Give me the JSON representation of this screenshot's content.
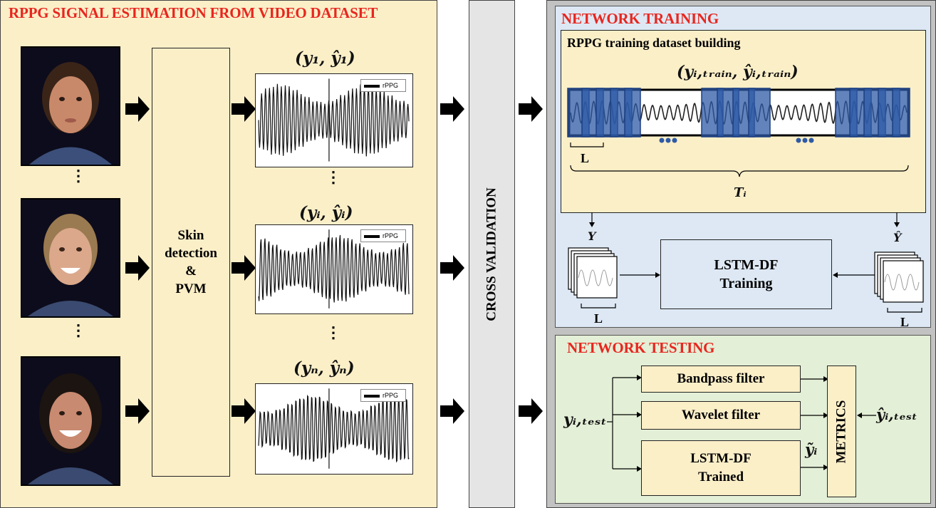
{
  "left_panel": {
    "title": "RPPG SIGNAL ESTIMATION FROM VIDEO DATASET",
    "skin_box_lines": [
      "Skin",
      "detection",
      "&",
      "PVM"
    ],
    "signal_labels": [
      "(y₁, ŷ₁)",
      "(yᵢ, ŷᵢ)",
      "(yₙ, ŷₙ)"
    ],
    "legend_label": "rPPG",
    "ellipsis": "⋮"
  },
  "cross_validation": {
    "label": "CROSS VALIDATION"
  },
  "training": {
    "title": "NETWORK TRAINING",
    "subtitle": "RPPG training dataset building",
    "signal_label": "(yᵢ,ₜᵣₐᵢₙ, ŷᵢ,ₜᵣₐᵢₙ)",
    "window_label": "L",
    "length_label": "Tᵢ",
    "y_label": "Y",
    "yhat_label": "Ŷ",
    "lstm_lines": [
      "LSTM-DF",
      "Training"
    ],
    "stack_left_label": "L",
    "stack_right_label": "L"
  },
  "testing": {
    "title": "NETWORK TESTING",
    "input_label": "yᵢ,ₜₑₛₜ",
    "bandpass_label": "Bandpass filter",
    "wavelet_label": "Wavelet filter",
    "lstm_lines": [
      "LSTM-DF",
      "Trained"
    ],
    "output_label": "ỹᵢ",
    "metrics_label": "METRICS",
    "ref_label": "ŷᵢ,ₜₑₛₜ"
  },
  "colors": {
    "title_red": "#e8261f",
    "left_bg": "#fbefc8",
    "train_bg": "#dde8f4",
    "test_bg": "#e3efd6",
    "window_blue": "#2e5aa6"
  }
}
